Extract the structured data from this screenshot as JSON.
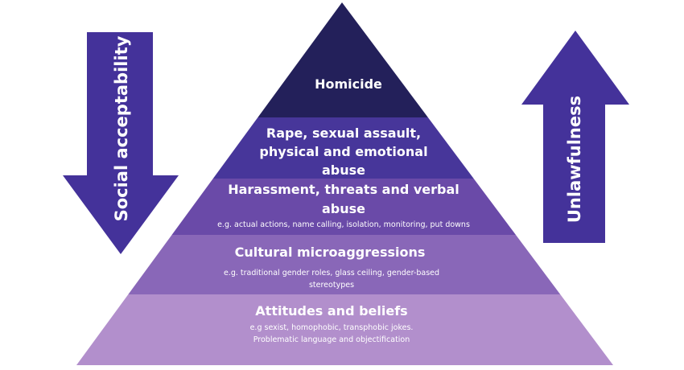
{
  "colors": {
    "arrow": "#44329a",
    "homicide": "#23205a",
    "rape": "#47369a",
    "harassment": "#6a4aa8",
    "cultural": "#8967b8",
    "attitudes": "#b28fcc"
  },
  "arrows": {
    "left": {
      "label": "Social acceptability",
      "direction": "down"
    },
    "right": {
      "label": "Unlawfulness",
      "direction": "up"
    }
  },
  "pyramid": {
    "levels": [
      {
        "title": [
          "Homicide"
        ],
        "examples": []
      },
      {
        "title": [
          "Rape, sexual assault,",
          "physical and emotional",
          "abuse"
        ],
        "examples": []
      },
      {
        "title": [
          "Harassment, threats and verbal",
          "abuse"
        ],
        "examples": [
          "e.g. actual actions, name calling, isolation, monitoring, put downs"
        ]
      },
      {
        "title": [
          "Cultural microaggressions"
        ],
        "examples": [
          "e.g. traditional gender roles, glass ceiling, gender-based",
          "stereotypes"
        ]
      },
      {
        "title": [
          "Attitudes and beliefs"
        ],
        "examples": [
          "e.g sexist, homophobic, transphobic jokes.",
          "Problematic language and objectification"
        ]
      }
    ]
  }
}
